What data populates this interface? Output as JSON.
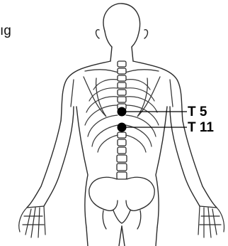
{
  "partial_text": "ıg",
  "markers": [
    {
      "label": "T 5"
    },
    {
      "label": "T 11"
    }
  ],
  "colors": {
    "line": "#2b2b2b",
    "marker": "#000000",
    "background": "#ffffff"
  }
}
